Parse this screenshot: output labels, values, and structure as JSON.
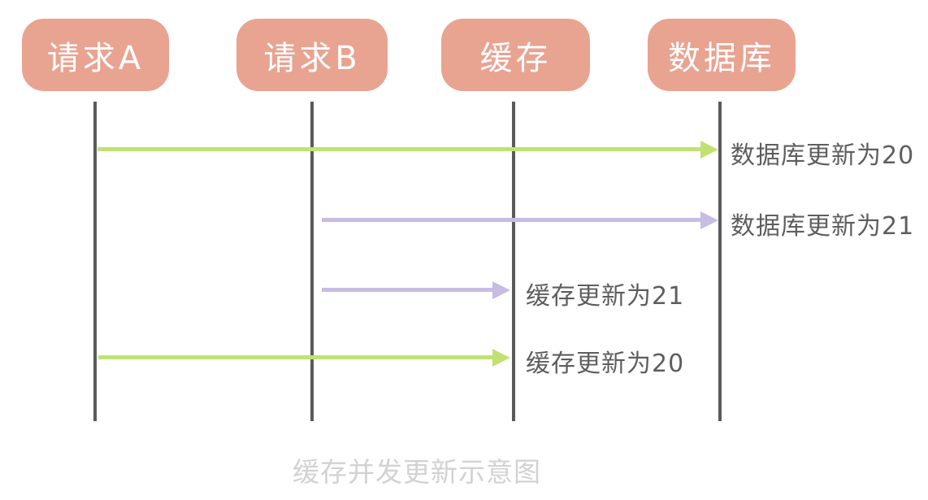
{
  "diagram": {
    "type": "sequence-diagram",
    "caption": "缓存并发更新示意图",
    "actors": [
      {
        "id": "request-a",
        "label": "请求A"
      },
      {
        "id": "request-b",
        "label": "请求B"
      },
      {
        "id": "cache",
        "label": "缓存"
      },
      {
        "id": "database",
        "label": "数据库"
      }
    ],
    "messages": [
      {
        "from": "请求A",
        "to": "数据库",
        "label": "数据库更新为20",
        "color": "#C1E273"
      },
      {
        "from": "请求B",
        "to": "数据库",
        "label": "数据库更新为21",
        "color": "#C8BCE2"
      },
      {
        "from": "请求B",
        "to": "缓存",
        "label": "缓存更新为21",
        "color": "#C8BCE2"
      },
      {
        "from": "请求A",
        "to": "缓存",
        "label": "缓存更新为20",
        "color": "#C1E273"
      }
    ],
    "colors": {
      "actor_fill": "#E9A391",
      "actor_text": "#FFFFFF",
      "lifeline": "#5A5A5C",
      "arrow_green": "#C1E273",
      "arrow_purple": "#C8BCE2",
      "label_text": "#5E5E5E",
      "caption_text": "#D2D2D2"
    }
  }
}
